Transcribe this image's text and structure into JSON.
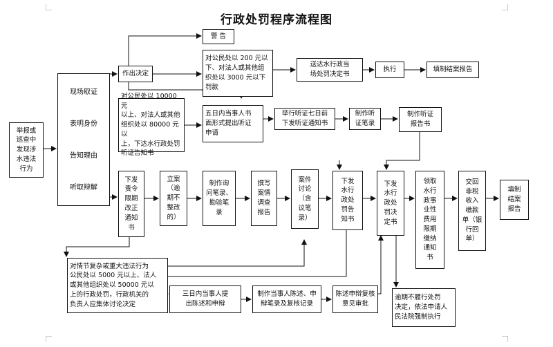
{
  "title": "行政处罚程序流程图",
  "nodes": {
    "report": "举报或\n巡查中\n发现涉\n水违法\n行为",
    "investigate": "现场取证\n\n表明身份\n\n告知理由\n\n听取辩解",
    "decision": "作出决定",
    "warning": "警 告",
    "small_fine": "对公民处以 200 元以\n下、对法人或其他组\n织处以 3000 元以下\n罚款",
    "deliver_onsite": "送达水行政当\n场处罚决定书",
    "execute": "执行",
    "fill_report_top": "填制结案报告",
    "large_fine_notice": "对公民处以 10000 元\n以上、对法人或其他\n组织处以 80000 元以\n上，下达水行政处罚\n听证告知书",
    "hearing_request": "五日内当事人书\n面形式提出听证\n申请",
    "hearing_notice": "举行听证七日前\n下发听证通知书",
    "hearing_record": "制作听\n证笔录",
    "hearing_report": "制作听证\n报告书",
    "correction_order": "下发\n责令\n限期\n改正\n通知\n书",
    "filing": "立案\n（逾\n期不\n整改\n的）",
    "inquiry": "制作询\n问笔录、\n勘验笔\n录",
    "investigation_report": "撰写\n案情\n调查\n报告",
    "case_discussion": "案件\n讨论\n（含\n议笔\n录）",
    "penalty_notice": "下发\n水行\n政处\n罚告\n知书",
    "penalty_decision": "下发\n水行\n政处\n罚决\n定书",
    "collect_fee": "领取\n水行\n政事\n业性\n费用\n限期\n缴纳\n通知\n书",
    "deliver_receipt": "交回\n非税\n收入\n缴款\n单（银\n行回\n单）",
    "fill_report_bottom": "填制\n结案\n报告",
    "complex_case": "对情节复杂或重大违法行为\n公民处以 5000 元以上、法人\n或其他组织处以 50000 元以\n上的行政处罚，行政机关的\n负责人应集体讨论决定",
    "statement": "三日内当事人提\n出陈述和申辩",
    "statement_record": "制作当事人陈述、申\n辩笔录及复核记录",
    "review": "陈述申辩复核\n意见审批",
    "enforce": "逾期不履行处罚\n决定，依法申请人\n民法院强制执行"
  },
  "colors": {
    "line": "#111111",
    "background": "#ffffff"
  }
}
